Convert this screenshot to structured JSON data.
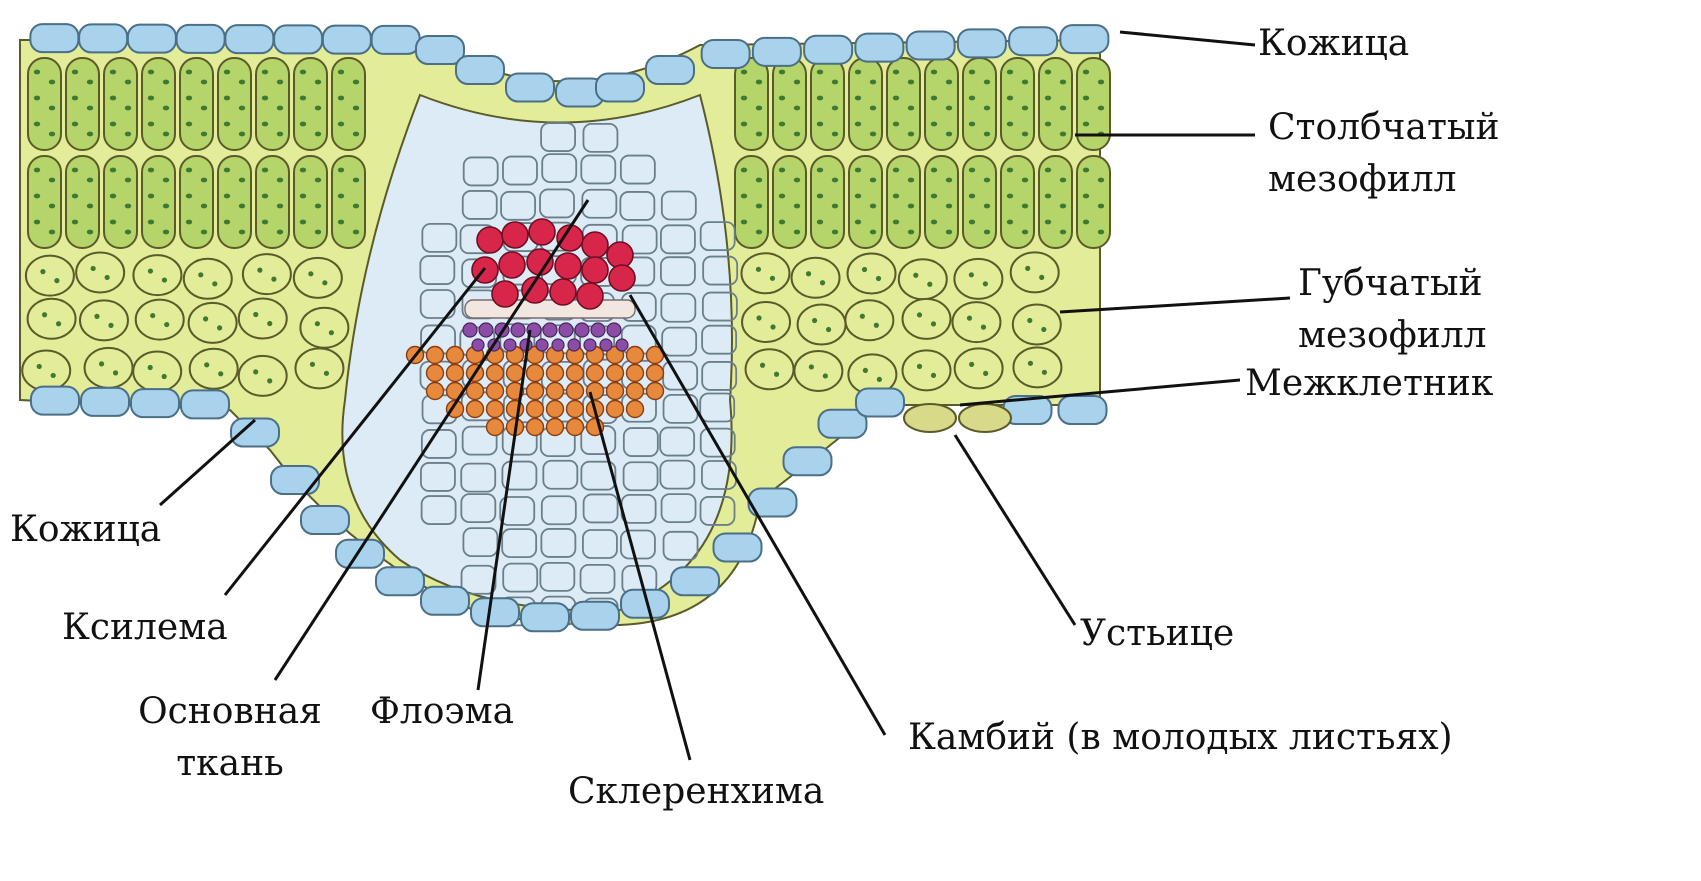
{
  "labels": {
    "epidermis_top": "Кожица",
    "palisade_line1": "Столбчатый",
    "palisade_line2": "мезофилл",
    "spongy_line1": "Губчатый",
    "spongy_line2": "мезофилл",
    "intercellular": "Межклетник",
    "epidermis_bottom": "Кожица",
    "xylem": "Ксилема",
    "ground_line1": "Основная",
    "ground_line2": "ткань",
    "phloem": "Флоэма",
    "sclerenchyma": "Склеренхима",
    "cambium": "Камбий (в молодых листьях)",
    "stoma": "Устьице"
  },
  "colors": {
    "epidermis": "#a9d3ec",
    "epidermis_edge": "#4a6f86",
    "palisade": "#b5d46a",
    "spongy": "#e3ec98",
    "chloroplast": "#3f7a32",
    "cell_wall": "#5b5a2a",
    "ground_tissue": "#dcebf5",
    "xylem": "#d8264a",
    "phloem": "#8b4ea6",
    "sclerenchyma": "#e7893c",
    "cambium": "#f2e7e0"
  }
}
